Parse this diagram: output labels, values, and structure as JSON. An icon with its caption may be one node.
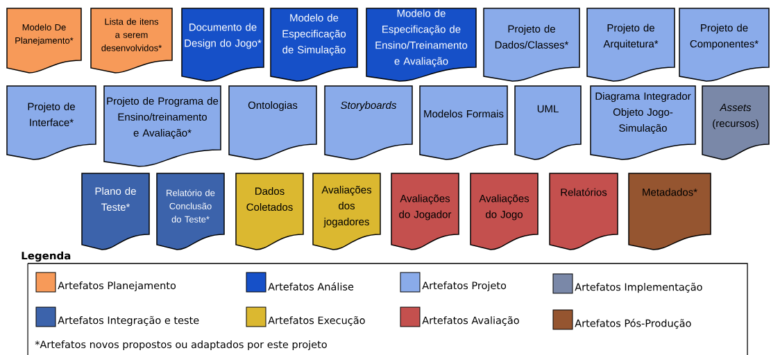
{
  "diagram": {
    "nodes": [
      {
        "text": [
          "Modelo De Planejamento*"
        ]
      },
      {
        "text": [
          "Lista de itens a serem desenvolvidos*"
        ]
      },
      {
        "text": [
          "Documento de Design do Jogo*"
        ]
      },
      {
        "text": [
          "Modelo de Especificação de Simulação"
        ]
      },
      {
        "text": [
          "Modelo de Especificação de Ensino/Treinamento e Avaliação"
        ]
      },
      {
        "text": [
          "Projeto de Dados/Classes*"
        ]
      },
      {
        "text": [
          "Projeto de Arquitetura*"
        ]
      },
      {
        "text": [
          "Projeto de Componentes*"
        ]
      },
      {
        "text": [
          "Projeto de Interface*"
        ]
      },
      {
        "text": [
          "Projeto de Programa de Ensino/treinamento e Avaliação*"
        ]
      },
      {
        "text": [
          "Ontologias"
        ]
      },
      {
        "text": [
          "Storyboards"
        ]
      },
      {
        "text": [
          "Modelos Formais"
        ]
      },
      {
        "text": [
          "UML"
        ]
      },
      {
        "text": [
          "Diagrama Integrador Objeto Jogo-Simulação"
        ]
      },
      {
        "text": [
          "*Assets* (recursos)"
        ]
      },
      {
        "text": [
          "Plano de Teste*"
        ]
      },
      {
        "text": [
          "Relatório de Conclusão do Teste*"
        ]
      },
      {
        "text": [
          "Dados Coletados"
        ]
      },
      {
        "text": [
          "Avaliações dos jogadores"
        ]
      },
      {
        "text": [
          "Avaliações do Jogador"
        ]
      },
      {
        "text": [
          "Avaliações do Jogo"
        ]
      },
      {
        "text": [
          "Relatórios"
        ]
      },
      {
        "text": [
          "Metadados*"
        ]
      }
    ],
    "labels": [
      "Legenda",
      "*Artefatos novos propostos ou adaptados por este projeto"
    ],
    "legend": [
      {
        "text": "Artefatos Planejamento",
        "color": "#f79a59"
      },
      {
        "text": "Artefatos Análise",
        "color": "#1650c8"
      },
      {
        "text": "Artefatos Projeto",
        "color": "#8aabea"
      },
      {
        "text": "Artefatos Implementação",
        "color": "#7a88a8"
      },
      {
        "text": "Artefatos Integração e teste",
        "color": "#3c63ab"
      },
      {
        "text": "Artefatos Execução",
        "color": "#dbb830"
      },
      {
        "text": "Artefatos Avaliação",
        "color": "#c4504e"
      },
      {
        "text": "Artefatos Pós-Produção",
        "color": "#955530"
      }
    ]
  }
}
